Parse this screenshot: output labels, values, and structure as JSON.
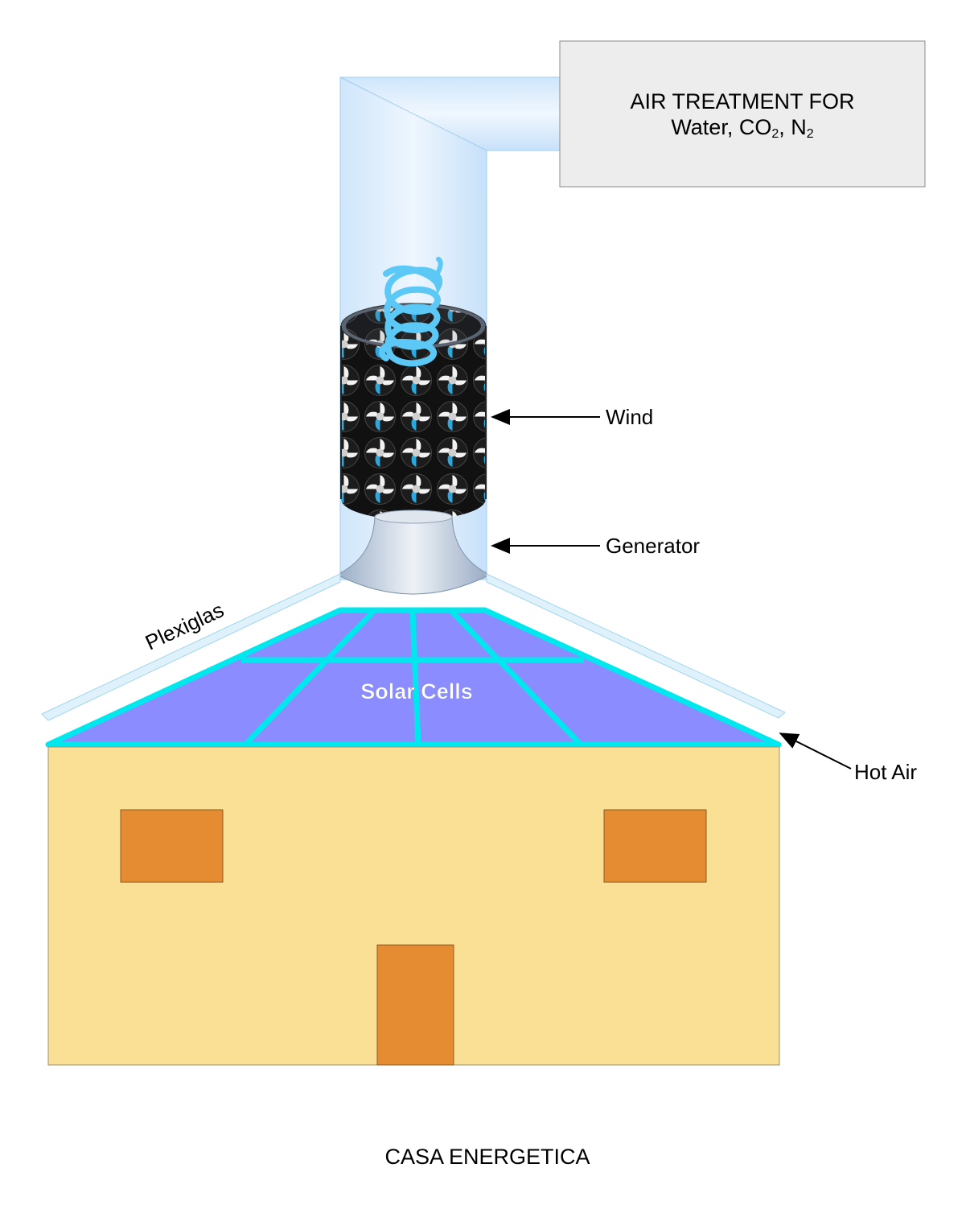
{
  "air_treatment": {
    "line1": "AIR TREATMENT FOR",
    "line2_prefix": "Water, CO",
    "line2_sub1": "2",
    "line2_mid": ", N",
    "line2_sub2": "2"
  },
  "labels": {
    "wind": "Wind",
    "generator": "Generator",
    "plexiglas": "Plexiglas",
    "solar_cells": "Solar Cells",
    "hot_air": "Hot Air"
  },
  "caption": "CASA ENERGETICA",
  "colors": {
    "tube": "#cfe6fb",
    "box_fill": "#ededed",
    "house_wall": "#fae094",
    "house_openings": "#e58c33",
    "solar_panel": "#8a8cff",
    "solar_frame": "#00e8ee",
    "coil": "#5cc8f5"
  }
}
